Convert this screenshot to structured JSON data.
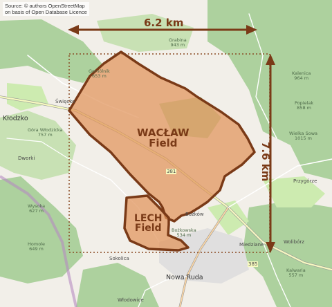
{
  "attribution": {
    "line1": "Source: © authors OpenStreetMap",
    "line2": "on basis of Open Database Licence"
  },
  "fields": [
    {
      "name_line1": "WACŁAW",
      "name_line2": "Field"
    },
    {
      "name_line1": "LECH",
      "name_line2": "Field"
    }
  ],
  "dimensions": {
    "width": "6.2 km",
    "height": "7.6 km"
  },
  "towns": [
    {
      "label": "Kłodzko"
    },
    {
      "label": "Dworki"
    },
    {
      "label": "Sokolica"
    },
    {
      "label": "Nowa Ruda"
    },
    {
      "label": "Włodowice"
    },
    {
      "label": "Przygórze"
    },
    {
      "label": "Wolibórz"
    },
    {
      "label": "Miedziane"
    },
    {
      "label": "Bożków"
    },
    {
      "label": "Święcko"
    }
  ],
  "peaks": [
    {
      "name": "Grabina",
      "elev": "943 m"
    },
    {
      "name": "Gomólnik",
      "elev": "653 m"
    },
    {
      "name": "Góra Włodzicka",
      "elev": "757 m"
    },
    {
      "name": "Kalenica",
      "elev": "964 m"
    },
    {
      "name": "Popielak",
      "elev": "858 m"
    },
    {
      "name": "Wielka Sowa",
      "elev": "1015 m"
    },
    {
      "name": "Homole",
      "elev": "649 m"
    },
    {
      "name": "Kalwaria",
      "elev": "557 m"
    },
    {
      "name": "Bożkowska",
      "elev": "534 m"
    },
    {
      "name": "Wysoka",
      "elev": "627 m"
    }
  ],
  "roads": [
    {
      "label": "381"
    },
    {
      "label": "385"
    }
  ],
  "colors": {
    "forest": "#add19e",
    "meadow": "#cdebb0",
    "land": "#f2efe9",
    "field_fill": "#e0935a",
    "field_stroke": "#7a3a17",
    "road": "#f7fabf",
    "boundary": "#b58ac2",
    "urban": "#e0dfdf"
  }
}
